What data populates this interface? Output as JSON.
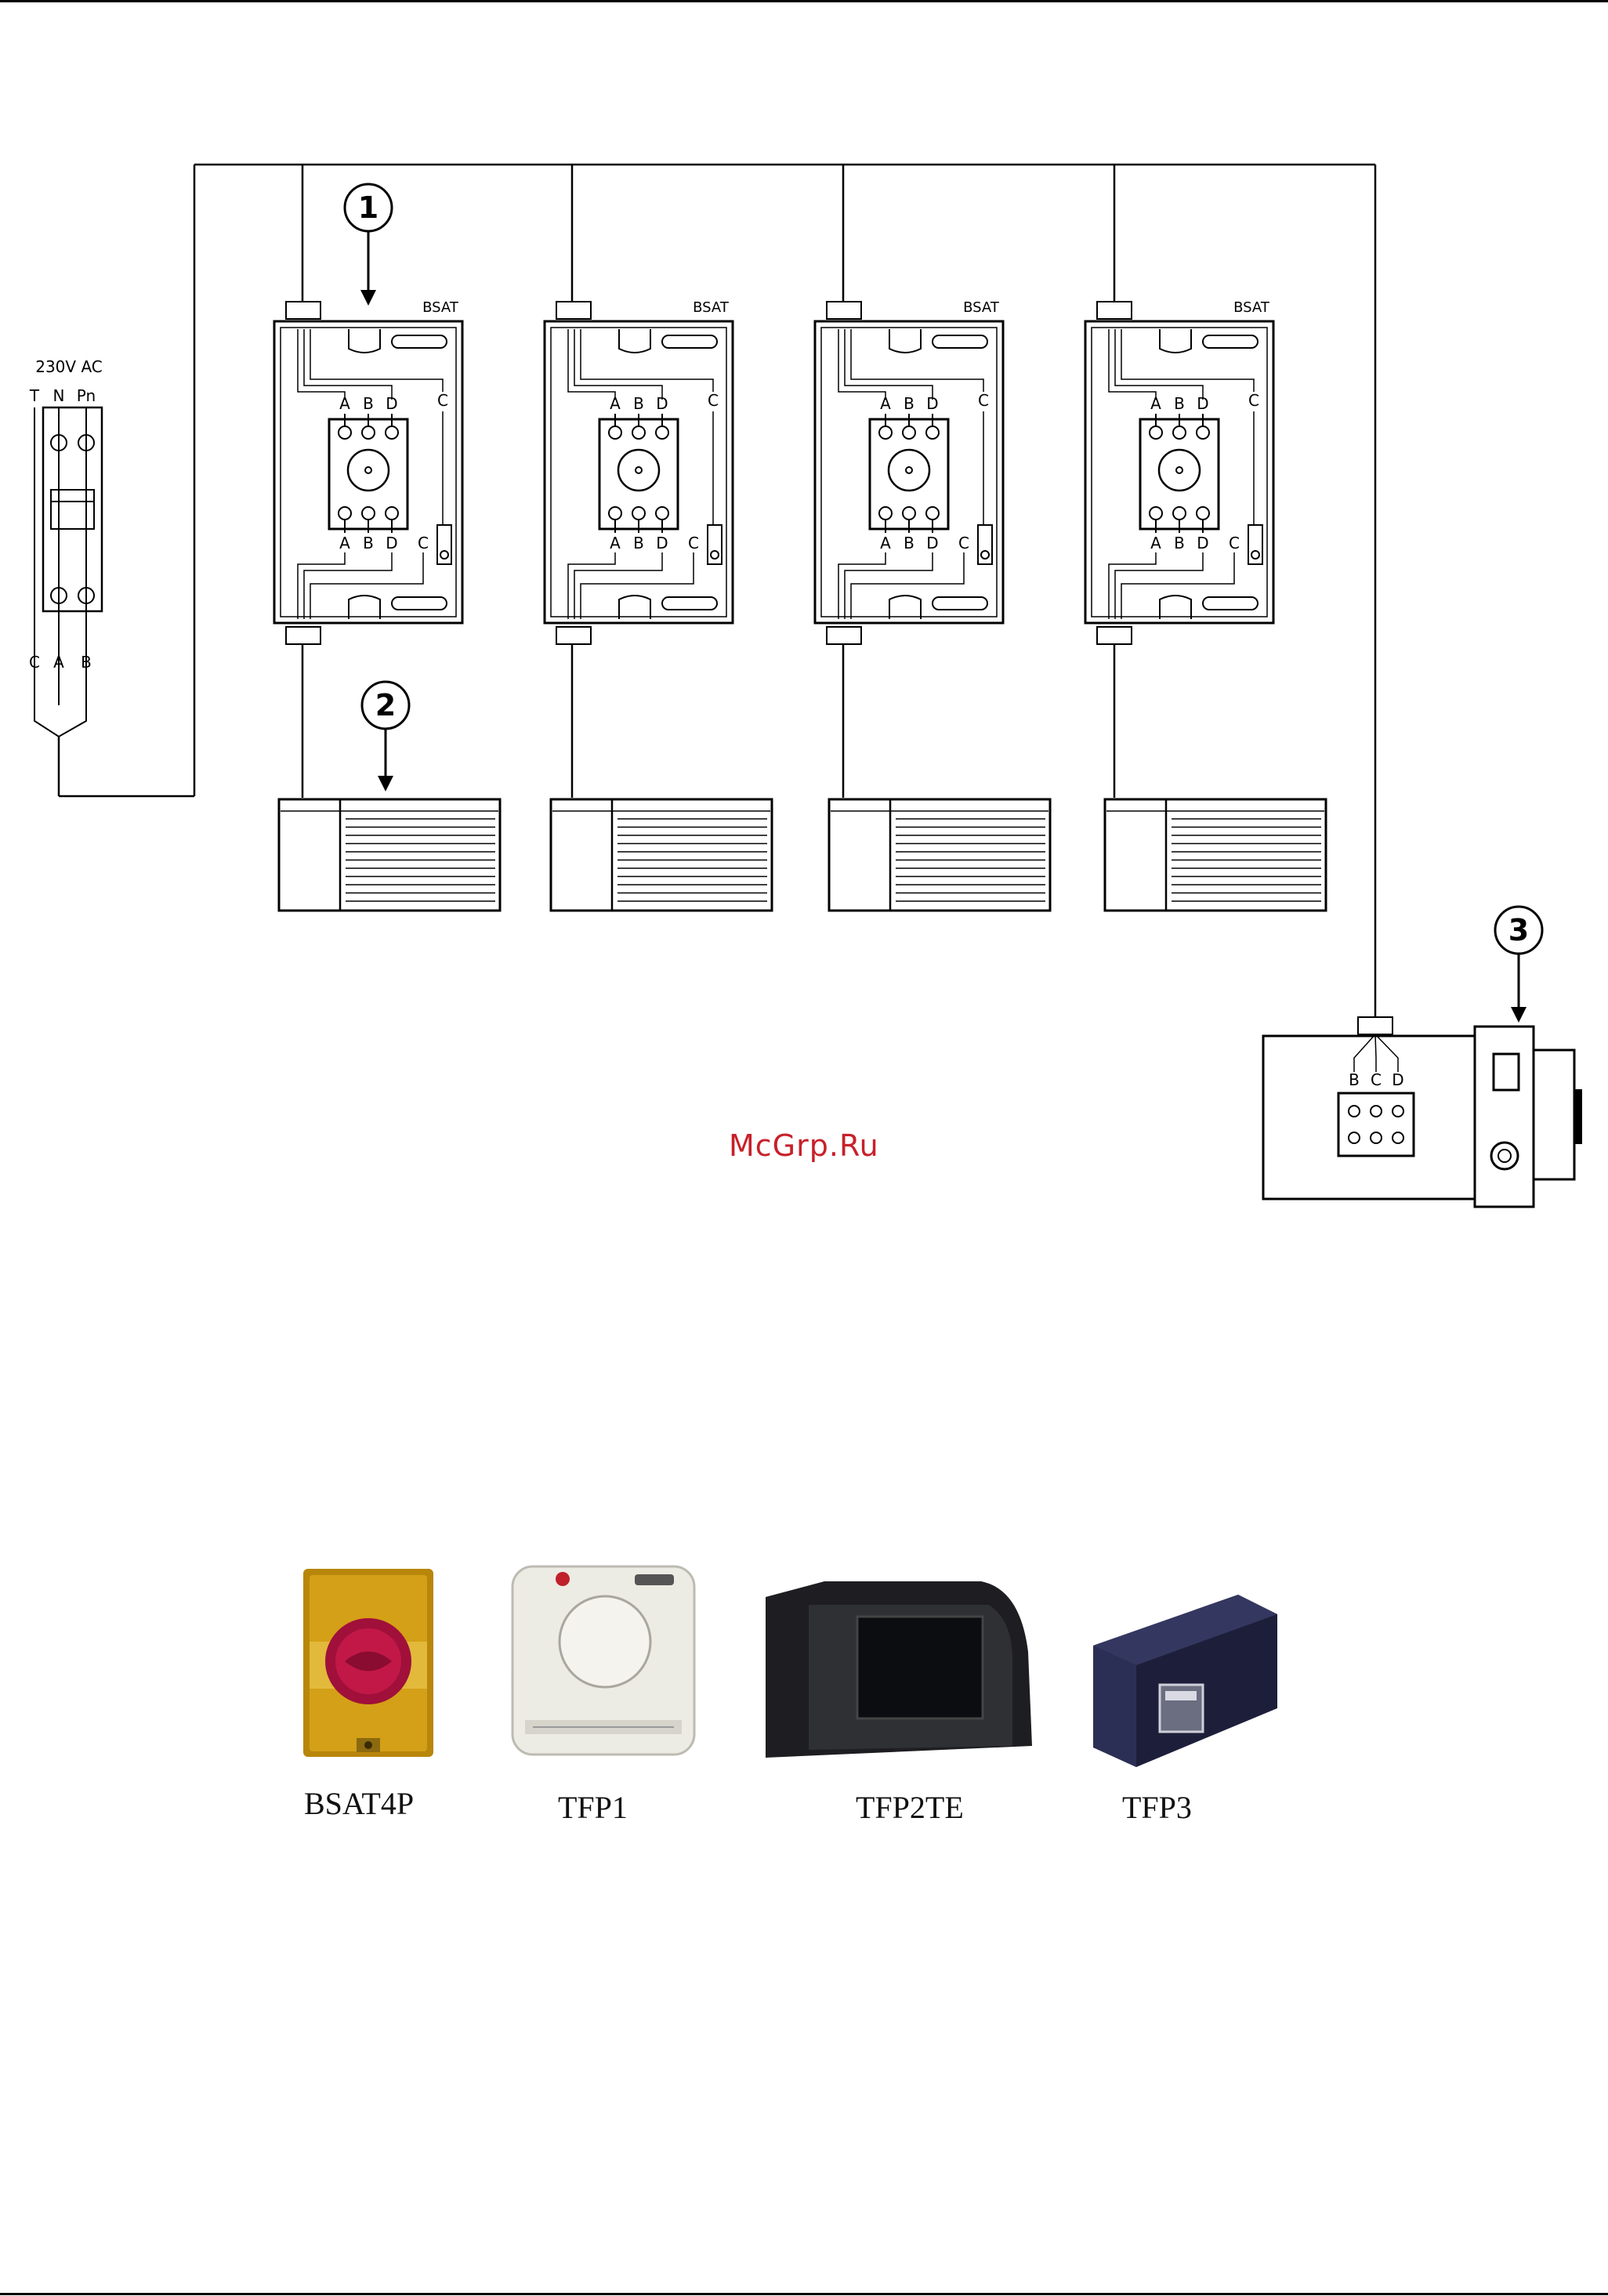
{
  "diagram": {
    "supply_label": "230V AC",
    "breaker_top_terminals": [
      "T",
      "N",
      "Pn"
    ],
    "breaker_bottom_terminals": [
      "C",
      "A",
      "B"
    ],
    "box_title": "BSAT",
    "box_terminals_top": [
      "A",
      "B",
      "D"
    ],
    "box_terminals_bottom": [
      "A",
      "B",
      "D"
    ],
    "box_side_terminal": "C",
    "callouts": [
      "1",
      "2",
      "3"
    ],
    "unit3_terminals": [
      "B",
      "C",
      "D"
    ]
  },
  "watermark": "McGrp.Ru",
  "products": [
    {
      "label": "BSAT4P"
    },
    {
      "label": "TFP1"
    },
    {
      "label": "TFP2TE"
    },
    {
      "label": "TFP3"
    }
  ]
}
